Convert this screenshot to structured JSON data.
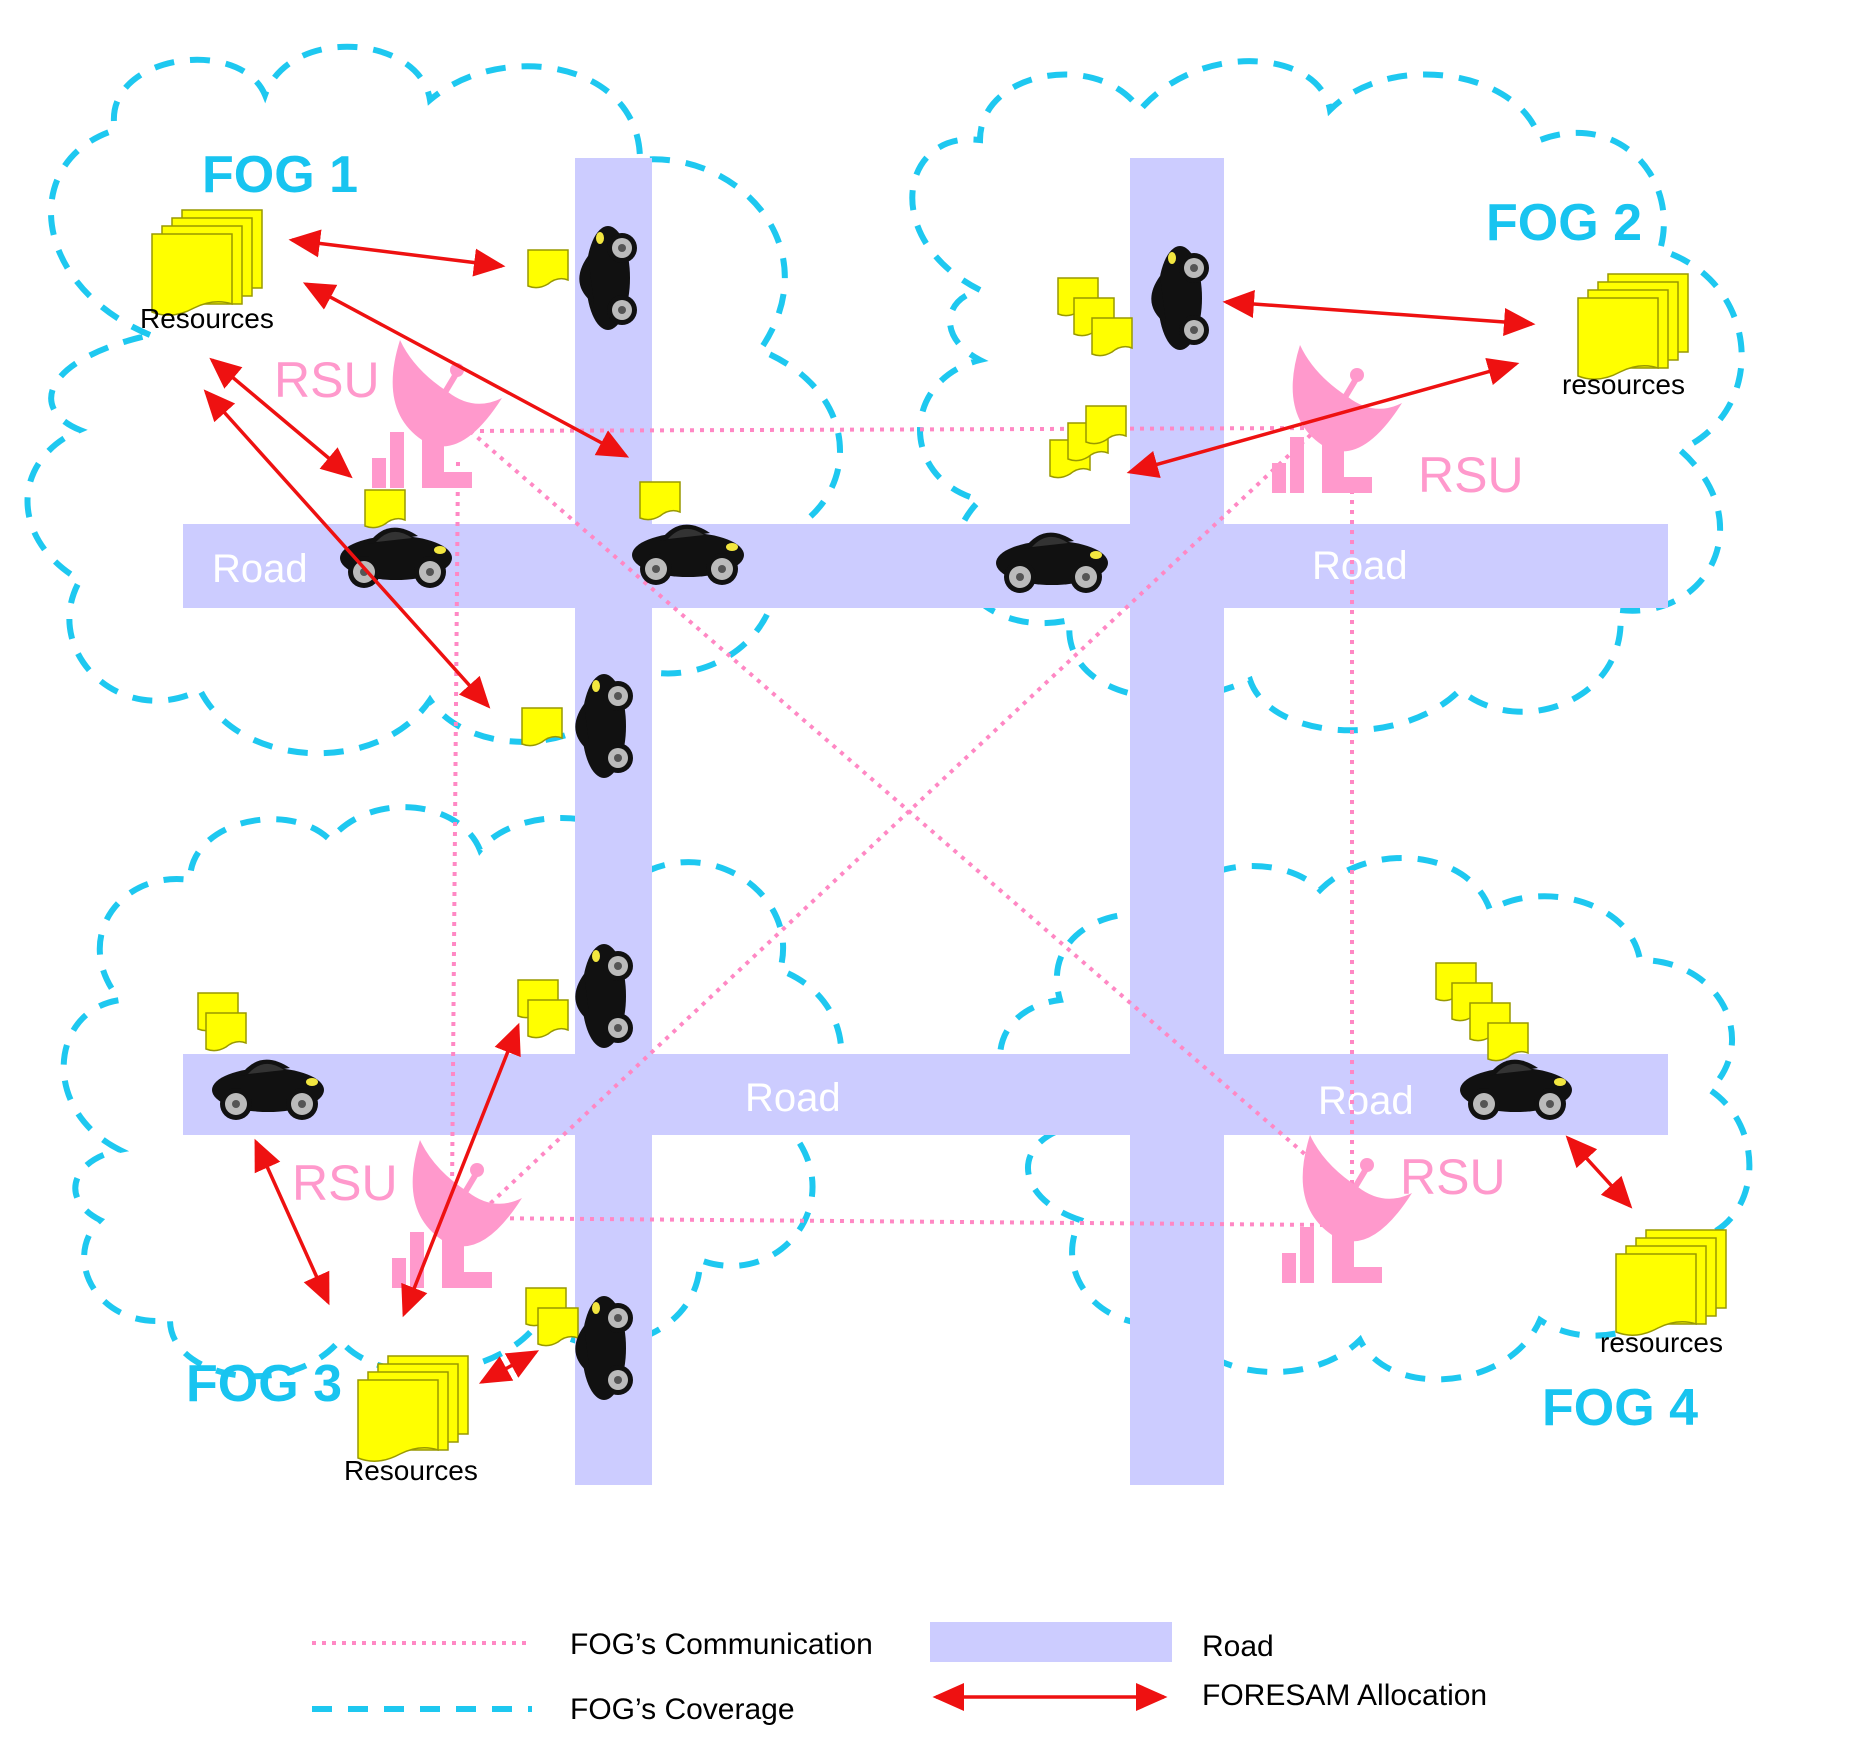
{
  "colors": {
    "road": "#ccccff",
    "coverage": "#1ec8f0",
    "communication": "#ff88c4",
    "allocation": "#ee1111",
    "rsu": "#ff99cc",
    "fog_label": "#18c4f0",
    "resource": "#ffff00",
    "car": "#111111",
    "road_text": "#ffffff"
  },
  "fogs": [
    {
      "label": "FOG 1",
      "resources_label": "Resources"
    },
    {
      "label": "FOG 2",
      "resources_label": "resources"
    },
    {
      "label": "FOG 3",
      "resources_label": "Resources"
    },
    {
      "label": "FOG 4",
      "resources_label": "resources"
    }
  ],
  "rsu_label": "RSU",
  "road_label": "Road",
  "legend": {
    "communication": "FOG’s Communication",
    "coverage": "FOG’s Coverage",
    "road": "Road",
    "allocation": "FORESAM Allocation"
  }
}
